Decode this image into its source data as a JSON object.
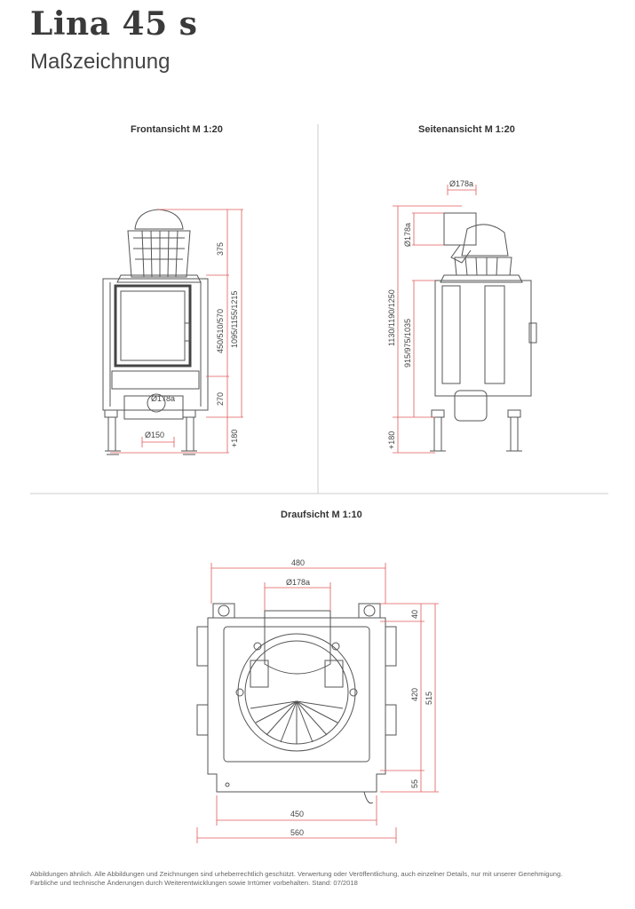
{
  "header": {
    "title": "Lina 45 s",
    "subtitle": "Maßzeichnung"
  },
  "views": {
    "front": {
      "label": "Frontansicht M 1:20",
      "dims": {
        "top": "375",
        "middle": "450/510/570",
        "total": "1095/1155/1215",
        "bottom": "270",
        "feet": "+180",
        "flue": "Ø178a",
        "inlet": "Ø150"
      }
    },
    "side": {
      "label": "Seitenansicht M 1:20",
      "dims": {
        "flue_top": "Ø178a",
        "flue_side": "Ø178a",
        "total": "1130/1190/1250",
        "inner": "915/975/1035",
        "feet": "+180"
      }
    },
    "top": {
      "label": "Draufsicht M 1:10",
      "dims": {
        "width_top": "480",
        "flue": "Ø178a",
        "d40": "40",
        "d420": "420",
        "d515": "515",
        "d55": "55",
        "width_inner": "450",
        "width_total": "560"
      }
    }
  },
  "footer": {
    "line1": "Abbildungen ähnlich. Alle Abbildungen und Zeichnungen sind urheberrechtlich geschützt. Verwertung oder Veröffentlichung, auch einzelner Details, nur mit unserer Genehmigung.",
    "line2": "Farbliche und technische Änderungen durch Weiterentwicklungen sowie Irrtümer vorbehalten. Stand: 07/2018"
  },
  "colors": {
    "dimension": "#e05a5a",
    "drawing": "#555555",
    "divider": "#cccccc"
  }
}
